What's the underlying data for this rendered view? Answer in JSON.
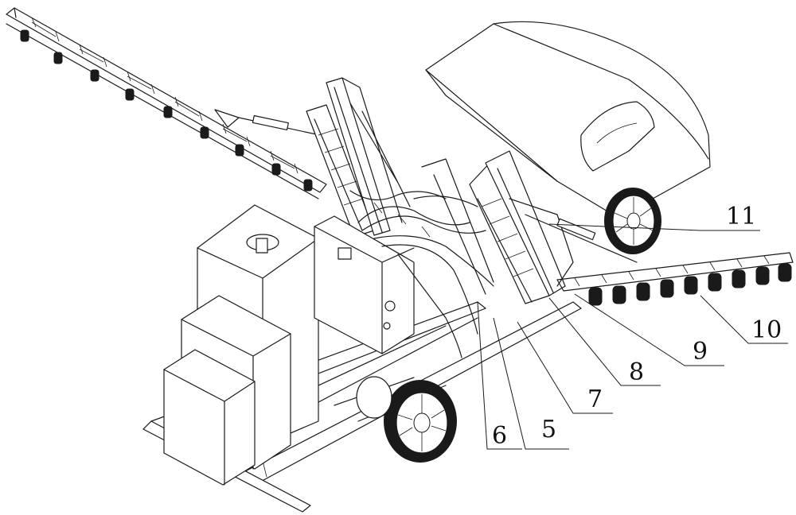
{
  "figure": {
    "callouts": [
      {
        "id": "c5",
        "label": "5"
      },
      {
        "id": "c6",
        "label": "6"
      },
      {
        "id": "c7",
        "label": "7"
      },
      {
        "id": "c8",
        "label": "8"
      },
      {
        "id": "c9",
        "label": "9"
      },
      {
        "id": "c10",
        "label": "10"
      },
      {
        "id": "c11",
        "label": "11"
      }
    ]
  }
}
